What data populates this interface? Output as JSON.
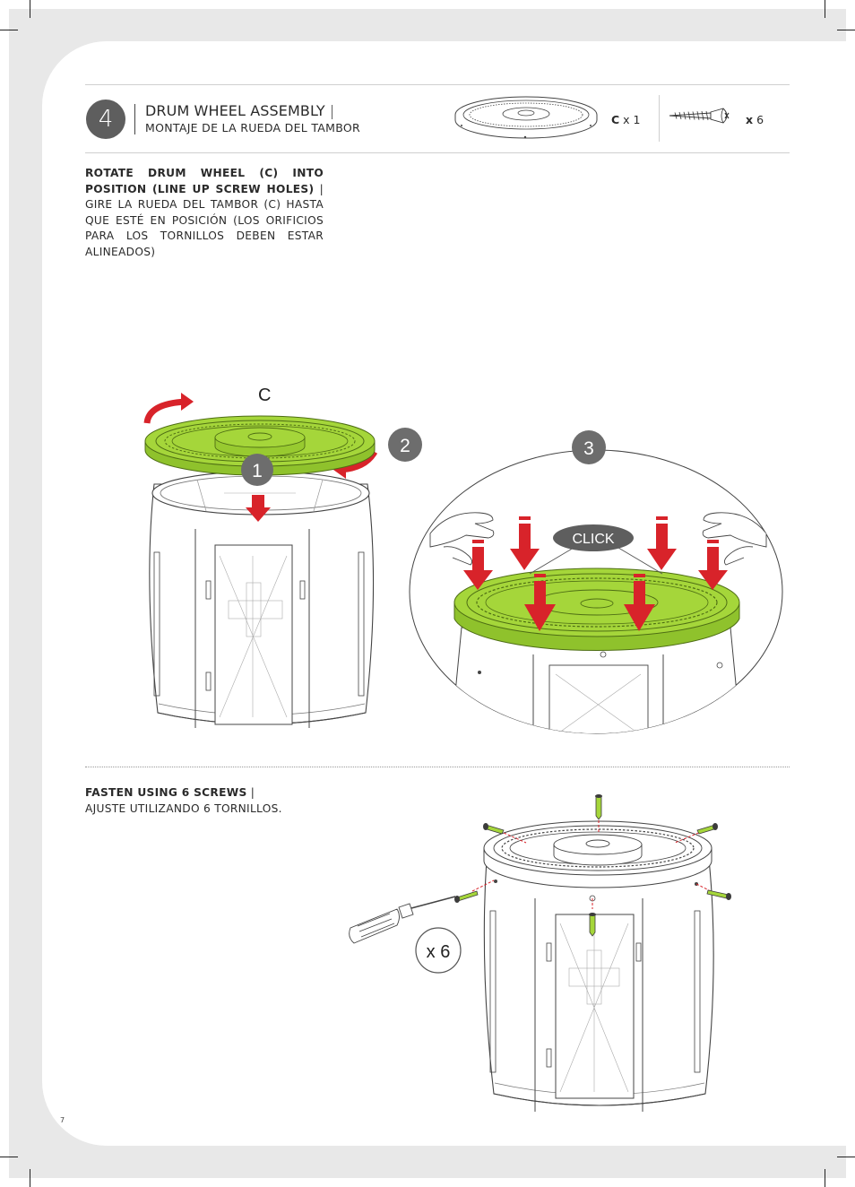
{
  "header": {
    "step_number": "4",
    "title_en": "DRUM WHEEL ASSEMBLY",
    "title_separator": "|",
    "title_es": "MONTAJE DE LA RUEDA DEL TAMBOR"
  },
  "parts": [
    {
      "part_letter": "C",
      "quantity": "x 1",
      "icon": "drum-wheel-icon"
    },
    {
      "part_letter": "x",
      "quantity": "6",
      "icon": "screw-icon"
    }
  ],
  "instruction_1": {
    "en": "ROTATE DRUM WHEEL (C) INTO POSITION (LINE UP SCREW HOLES)",
    "es": "| GIRE LA RUEDA DEL TAMBOR (C) HASTA QUE ESTÉ EN POSICIÓN (LOS ORIFICIOS PARA LOS TORNILLOS DEBEN ESTAR ALINEADOS)"
  },
  "figure_1": {
    "part_label": "C",
    "callouts": [
      "1",
      "2",
      "3"
    ],
    "click_label": "CLICK"
  },
  "instruction_2": {
    "en": "FASTEN USING 6 SCREWS",
    "sep": "|",
    "es": "AJUSTE UTILIZANDO 6 TORNILLOS."
  },
  "figure_2": {
    "count_label": "x 6"
  },
  "page_number": "7",
  "colors": {
    "accent_green": "#a5d63a",
    "arrow_red": "#d8232a",
    "step_grey": "#5e5e5e"
  }
}
